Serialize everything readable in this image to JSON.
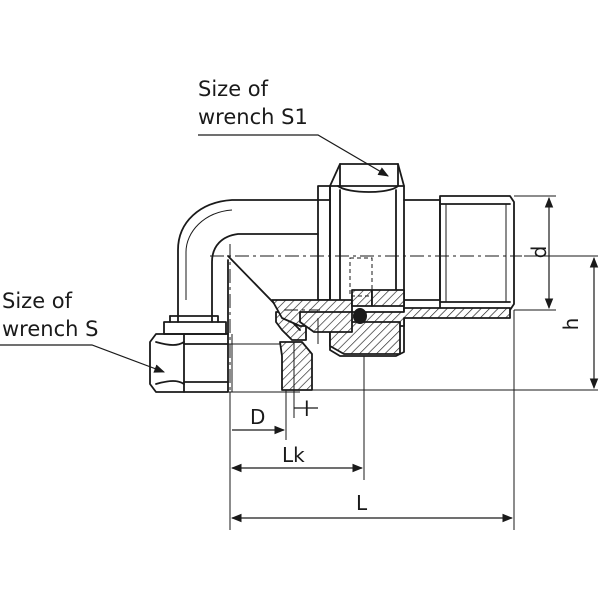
{
  "labels": {
    "wrench_s1": [
      "Size of",
      "wrench S1"
    ],
    "wrench_s": [
      "Size of",
      "wrench S"
    ]
  },
  "dimensions": {
    "d": "d",
    "h": "h",
    "D": "D",
    "l": "l",
    "Lk": "Lk",
    "L": "L"
  }
}
